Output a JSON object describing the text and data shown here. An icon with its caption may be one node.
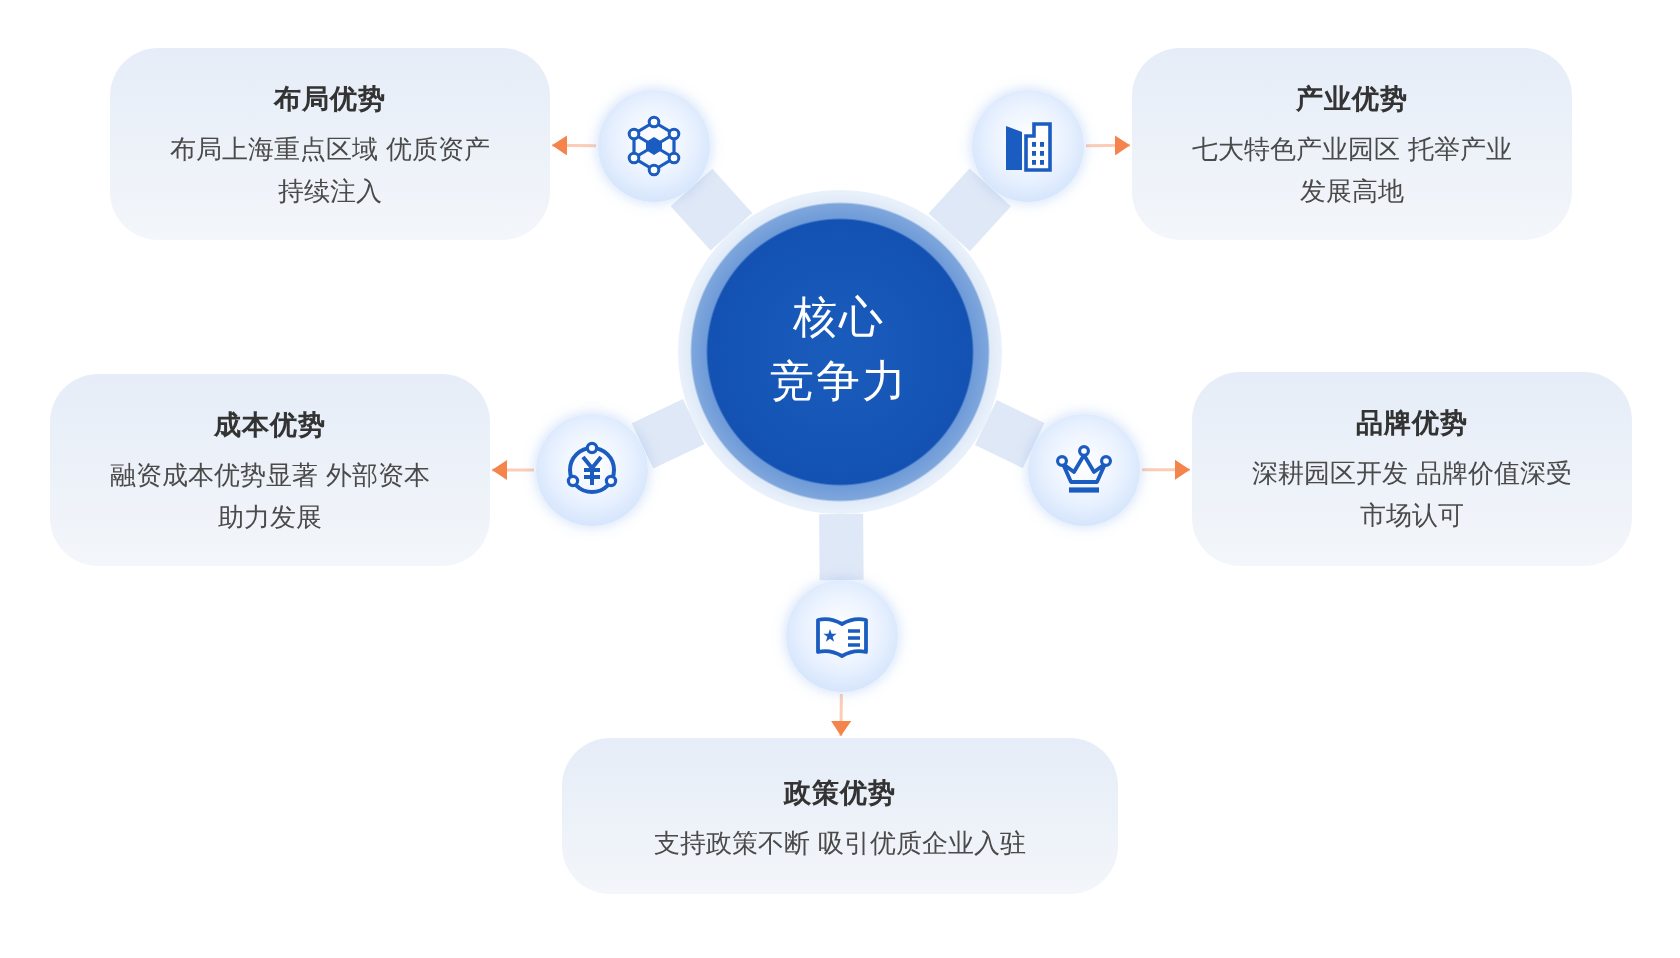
{
  "diagram": {
    "nodes": [
      {
        "text": [
          "布局优势",
          "布局上海重点区域 优质资产持续注入"
        ]
      },
      {
        "text": [],
        "shape": "circle"
      },
      {
        "text": [],
        "shape": "circle"
      },
      {
        "text": [
          "产业优势",
          "七大特色产业园区 托举产业发展高地"
        ]
      },
      {
        "text": [
          "核心竞争力"
        ]
      },
      {
        "text": [
          "成本优势",
          "融资成本优势显著 外部资本助力发展"
        ]
      },
      {
        "text": [],
        "shape": "circle"
      },
      {
        "text": [],
        "shape": "circle"
      },
      {
        "text": [
          "品牌优势",
          "深耕园区开发 品牌价值深受市场认可"
        ]
      },
      {
        "text": [],
        "shape": "circle"
      },
      {
        "text": [
          "政策优势",
          "支持政策不断 吸引优质企业入驻"
        ]
      }
    ],
    "edges": [
      {
        "from": 4,
        "to": 1,
        "arrow": "none",
        "style": "thick",
        "color": "#dfe8f6"
      },
      {
        "from": 1,
        "to": 0,
        "arrow": "to",
        "color": "#f4834c"
      },
      {
        "from": 4,
        "to": 2,
        "arrow": "none",
        "style": "thick",
        "color": "#dfe8f6"
      },
      {
        "from": 2,
        "to": 3,
        "arrow": "to",
        "color": "#f4834c"
      },
      {
        "from": 4,
        "to": 6,
        "arrow": "none",
        "style": "thick",
        "color": "#dfe8f6"
      },
      {
        "from": 6,
        "to": 5,
        "arrow": "to",
        "color": "#f4834c"
      },
      {
        "from": 4,
        "to": 7,
        "arrow": "none",
        "style": "thick",
        "color": "#dfe8f6"
      },
      {
        "from": 7,
        "to": 8,
        "arrow": "to",
        "color": "#f4834c"
      },
      {
        "from": 4,
        "to": 9,
        "arrow": "none",
        "style": "thick",
        "color": "#dfe8f6"
      },
      {
        "from": 9,
        "to": 10,
        "arrow": "to",
        "color": "#f4834c"
      }
    ]
  }
}
